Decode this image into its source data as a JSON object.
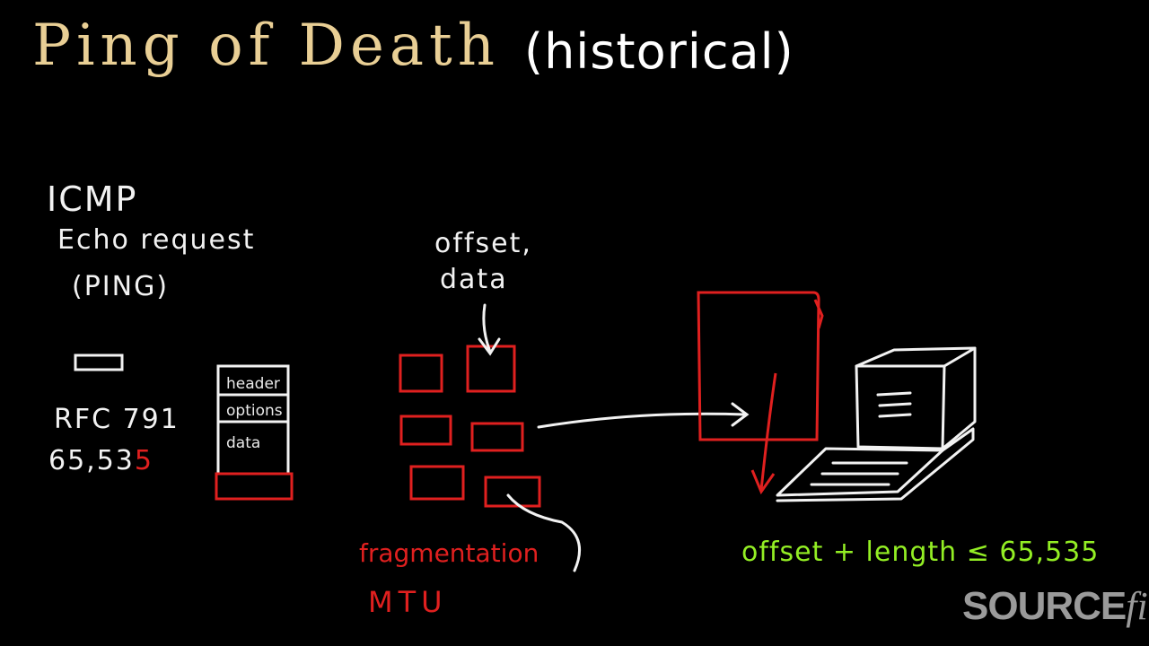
{
  "title": "Ping of Death",
  "subtitle": "(historical)",
  "left_notes": {
    "line1": "ICMP",
    "line2": "Echo request",
    "line3": "(PING)",
    "rfc": "RFC 791",
    "size_prefix": "65,53",
    "size_suffix": "5"
  },
  "packet_stack": {
    "header": "header",
    "options": "options",
    "data": "data"
  },
  "fragment_notes": {
    "offset_line": "offset,",
    "data_line": "data",
    "fragmentation": "fragmentation",
    "mtu": "MTU"
  },
  "equation": "offset + length ≤ 65,535",
  "logo": {
    "part1": "SOURCE",
    "part2": "fire"
  },
  "colors": {
    "title": "#e9cf95",
    "chalk": "#f2f2f2",
    "red": "#e0201f",
    "green": "#93ee24",
    "logo": "#9a9a9a"
  }
}
